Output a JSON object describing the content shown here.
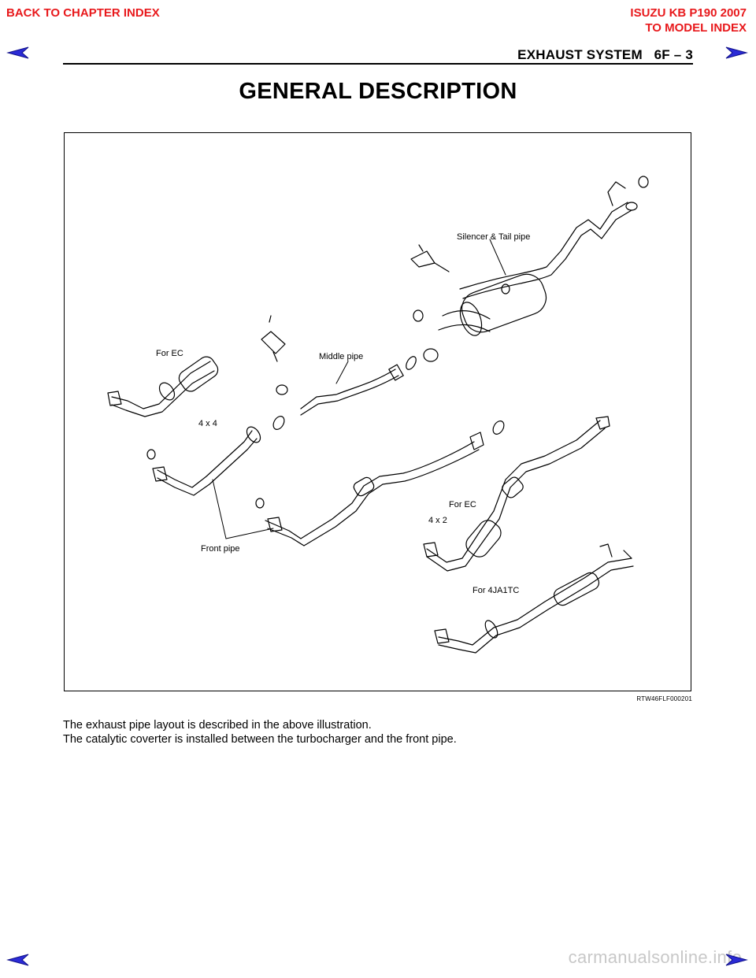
{
  "nav": {
    "back_to_chapter": "BACK TO CHAPTER INDEX",
    "model_title": "ISUZU KB P190 2007",
    "to_model": "TO MODEL INDEX",
    "prev_icon": "left-arrow-icon",
    "next_icon": "right-arrow-icon"
  },
  "header": {
    "title": "EXHAUST SYSTEM   6F – 3"
  },
  "page": {
    "heading": "GENERAL DESCRIPTION"
  },
  "figure": {
    "labels": {
      "silencer": "Silencer & Tail pipe",
      "for_ec_top": "For EC",
      "middle_pipe": "Middle pipe",
      "four_by_four": "4 x 4",
      "front_pipe": "Front pipe",
      "for_ec_bottom": "For EC",
      "four_by_two": "4 x 2",
      "for_4ja1tc": "For 4JA1TC"
    },
    "id": "RTW46FLF000201"
  },
  "body": {
    "line1": "The exhaust pipe layout is described in the above illustration.",
    "line2": "The catalytic coverter is installed between the turbocharger and the front pipe."
  },
  "watermark": "carmanualsonline.info",
  "colors": {
    "link": "#e8191c",
    "arrow": "#2b2bd6"
  }
}
